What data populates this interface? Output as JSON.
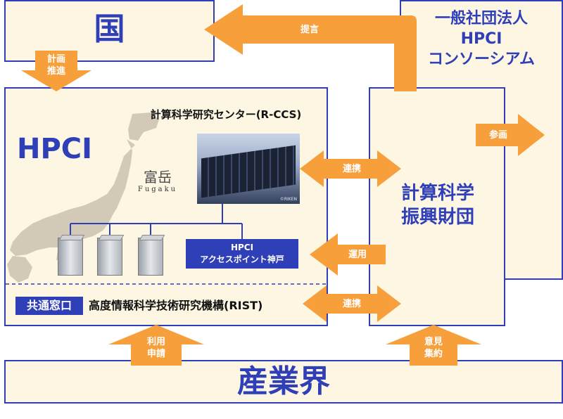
{
  "nodes": {
    "kuni": "国",
    "consortium": [
      "一般社団法人",
      "HPCI",
      "コンソーシアム"
    ],
    "hpci": "HPCI",
    "foundation": [
      "計算科学",
      "振興財団"
    ],
    "industry": "産業界"
  },
  "riken": {
    "center": "計算科学研究センター(R-CCS)",
    "fugaku_logo": "Fugaku",
    "photo_credit": "©RIKEN"
  },
  "access_point": [
    "HPCI",
    "アクセスポイント神戸"
  ],
  "window": {
    "badge": "共通窓口",
    "org": "高度情報科学技術研究機構(RIST)"
  },
  "arrows": {
    "teigen": "提言",
    "keikaku": [
      "計画",
      "推進"
    ],
    "sankaku": "参画",
    "renkei_top": "連携",
    "unyou": "運用",
    "renkei_bottom": "連携",
    "riyou": [
      "利用",
      "申請"
    ],
    "iken": [
      "意見",
      "集約"
    ]
  },
  "colors": {
    "border": "#2f3fb8",
    "box_fill": "#fdf6e3",
    "arrow": "#f7a03b",
    "map": "#d2c9b6"
  }
}
